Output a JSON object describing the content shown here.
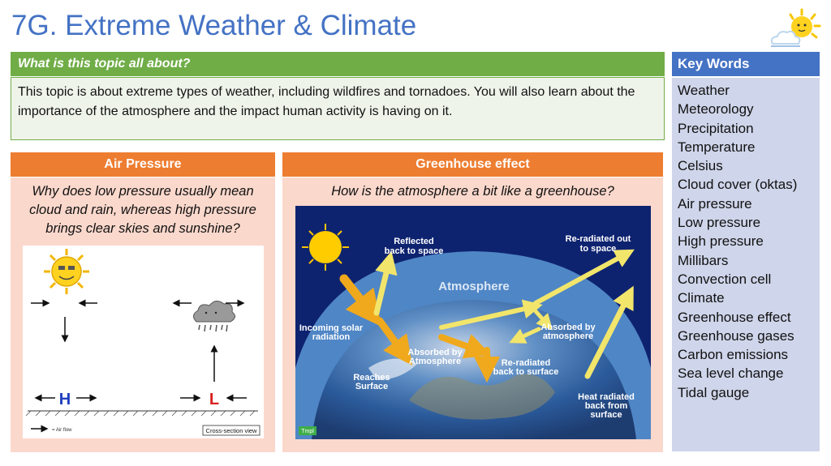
{
  "page": {
    "title": "7G. Extreme Weather & Climate"
  },
  "topic": {
    "header": "What is this topic all about?",
    "body": "This topic is about extreme types of weather, including wildfires and tornadoes.  You will also learn about the importance of the atmosphere and the impact human activity is having on it."
  },
  "key_words": {
    "header": "Key Words",
    "items": [
      "Weather",
      "Meteorology",
      "Precipitation",
      "Temperature",
      "Celsius",
      "Cloud cover (oktas)",
      "Air pressure",
      "Low pressure",
      "High pressure",
      "Millibars",
      "Convection cell",
      "Climate",
      "Greenhouse effect",
      "Greenhouse gases",
      "Carbon emissions",
      "Sea level change",
      "Tidal gauge"
    ]
  },
  "air_pressure": {
    "header": "Air Pressure",
    "question": "Why does low pressure usually mean cloud and rain, whereas high pressure brings clear skies and sunshine?",
    "diagram": {
      "high_label": "H",
      "low_label": "L",
      "legend_label": "= Air flow",
      "caption": "Cross-section view"
    }
  },
  "greenhouse": {
    "header": "Greenhouse effect",
    "question": "How is the atmosphere a bit like a greenhouse?",
    "diagram": {
      "atmosphere": "Atmosphere",
      "reflected_1": "Reflected",
      "reflected_2": "back to space",
      "reradiated_out_1": "Re-radiated out",
      "reradiated_out_2": "to space",
      "incoming_1": "Incoming solar",
      "incoming_2": "radiation",
      "absorbed_atm_1": "Absorbed by",
      "absorbed_atm_2": "Atmosphere",
      "absorbed_by_1": "Absorbed by",
      "absorbed_by_2": "atmosphere",
      "reradiated_surf_1": "Re-radiated",
      "reradiated_surf_2": "back to surface",
      "reaches_1": "Reaches",
      "reaches_2": "Surface",
      "heat_1": "Heat radiated",
      "heat_2": "back from",
      "heat_3": "surface",
      "brand": "Tmpl"
    }
  },
  "colors": {
    "title": "#4472c4",
    "topic_green": "#70ad47",
    "key_words_blue": "#4472c4",
    "section_orange": "#ed7d31",
    "section_bg": "#fbd8cc",
    "key_words_bg": "#cfd5ea"
  }
}
